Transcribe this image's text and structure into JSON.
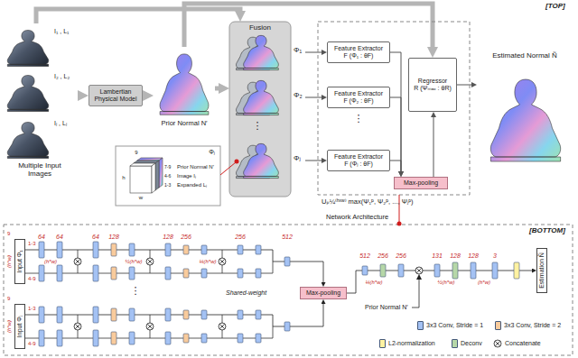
{
  "diagram": {
    "nodes": [
      {
        "text": [
          "Multiple Input Images"
        ]
      },
      {
        "text": [
          "Lambertian Physical Model"
        ]
      },
      {
        "text": [
          "Prior Normal N′"
        ]
      },
      {
        "text": [
          "Φⱼ",
          "9",
          "h",
          "w",
          "7-9",
          "4-6",
          "1-3",
          "Prior Normal N′",
          "Image Iⱼ",
          "Expanded Lⱼ"
        ]
      },
      {
        "text": [
          "Fusion"
        ]
      },
      {
        "text": [
          "Φ₁"
        ],
        "in": 4
      },
      {
        "text": [
          "Φ₂"
        ],
        "in": 4
      },
      {
        "text": [
          "Φⱼ"
        ],
        "in": 4
      },
      {
        "text": [
          "Feature Extractor",
          "F (Φ₁ : θF)"
        ]
      },
      {
        "text": [
          "Feature Extractor",
          "F (Φ₂ : θF)"
        ]
      },
      {
        "text": [
          "Feature Extractor",
          "F (Φⱼ : θF)"
        ]
      },
      {
        "text": [
          "Max-pooling"
        ]
      },
      {
        "text": [
          "Regressor",
          "R (Ψₘₐₓ : θR)"
        ]
      },
      {
        "text": [
          "Estimated Normal Ñ"
        ]
      },
      {
        "text": [
          "Input Φ₁"
        ]
      },
      {
        "text": [
          "Input Φⱼ"
        ]
      },
      {
        "text": [
          "Max-pooling"
        ]
      },
      {
        "text": [
          "Estimation Ñ"
        ]
      }
    ],
    "edges": [
      {
        "from": 0,
        "to": 1,
        "arrow": "to"
      },
      {
        "from": 1,
        "to": 2,
        "arrow": "to"
      },
      {
        "from": 0,
        "to": 4,
        "arrow": "to"
      },
      {
        "from": 2,
        "to": 4,
        "arrow": "to"
      },
      {
        "from": 2,
        "to": 12,
        "arrow": "to"
      },
      {
        "from": 5,
        "to": 8,
        "arrow": "to"
      },
      {
        "from": 6,
        "to": 9,
        "arrow": "to"
      },
      {
        "from": 7,
        "to": 10,
        "arrow": "to"
      },
      {
        "from": 8,
        "to": 11,
        "arrow": "to"
      },
      {
        "from": 9,
        "to": 11,
        "arrow": "to"
      },
      {
        "from": 10,
        "to": 11,
        "arrow": "to"
      },
      {
        "from": 11,
        "to": 12,
        "arrow": "to"
      },
      {
        "from": 12,
        "to": 13,
        "arrow": "to"
      },
      {
        "from": 14,
        "to": 16,
        "arrow": "to"
      },
      {
        "from": 15,
        "to": 16,
        "arrow": "to"
      },
      {
        "from": 16,
        "to": 17,
        "arrow": "to"
      }
    ],
    "labels": [
      "[TOP]",
      "I₁ , L₁",
      "I₂ , L₂",
      "Iⱼ , Lⱼ",
      "⋮",
      "⋮",
      "Uₚ¼⁽ʰˣʷ⁾ max(Ψ₁ᵖ, Ψ₂ᵖ, ..., Ψⱼᵖ)",
      "Network Architecture",
      "[BOTTOM]",
      "9",
      "(h*w)",
      "1-3",
      "4-9",
      "9",
      "(h*w)",
      "1-3",
      "4-9",
      "64",
      "64",
      "64",
      "128",
      "128",
      "256",
      "256",
      "512",
      "(h*w)",
      "½(h*w)",
      "¼(h*w)",
      "Shared-weight",
      "⋮",
      "512",
      "256",
      "256",
      "131",
      "128",
      "128",
      "3",
      "¼(h*w)",
      "½(h*w)",
      "(h*w)",
      "Prior Normal N′"
    ],
    "legend": [
      {
        "text": "3x3 Conv, Stride = 1",
        "color": "#a4c2f4"
      },
      {
        "text": "3x3 Conv, Stride = 2",
        "color": "#f9cb9c"
      },
      {
        "text": "L2-normalization",
        "color": "#fff2a1"
      },
      {
        "text": "Deconv",
        "color": "#b6d7a8"
      },
      {
        "text": "Concatenate"
      }
    ]
  }
}
